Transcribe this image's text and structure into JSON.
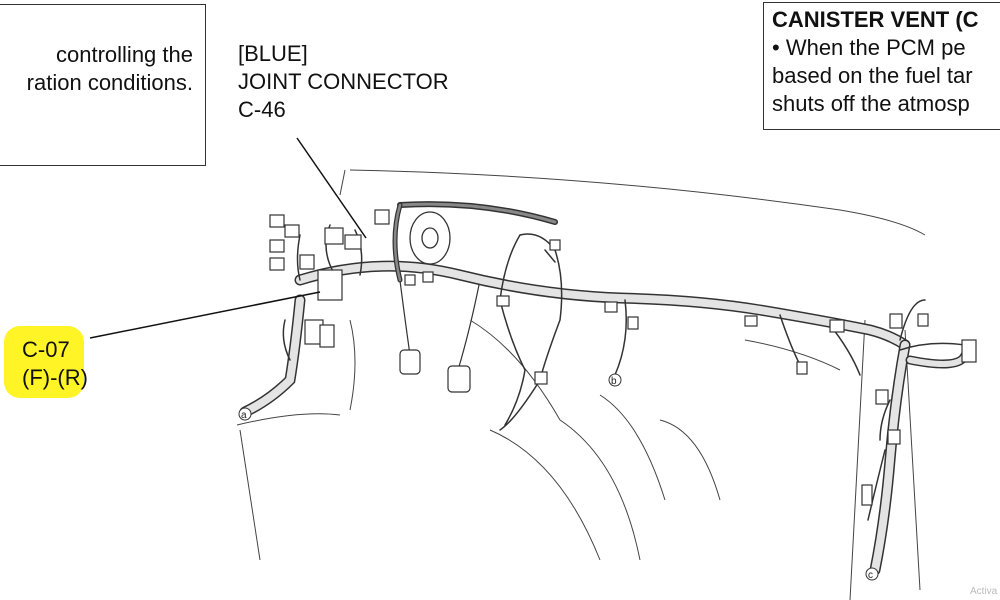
{
  "left_box": {
    "lines": [
      "controlling the",
      "ration conditions."
    ]
  },
  "right_box": {
    "title": "CANISTER VENT (C",
    "lines": [
      "•  When the PCM pe",
      "based on the fuel tar",
      "shuts off the atmosp"
    ]
  },
  "joint_connector": {
    "lines": [
      "[BLUE]",
      "JOINT CONNECTOR",
      "C-46"
    ]
  },
  "c07_connector": {
    "lines": [
      "C-07",
      "(F)-(R)"
    ],
    "highlight_color": "#fff200"
  },
  "ground_points": [
    "a",
    "b",
    "c"
  ],
  "watermark": "Activa"
}
